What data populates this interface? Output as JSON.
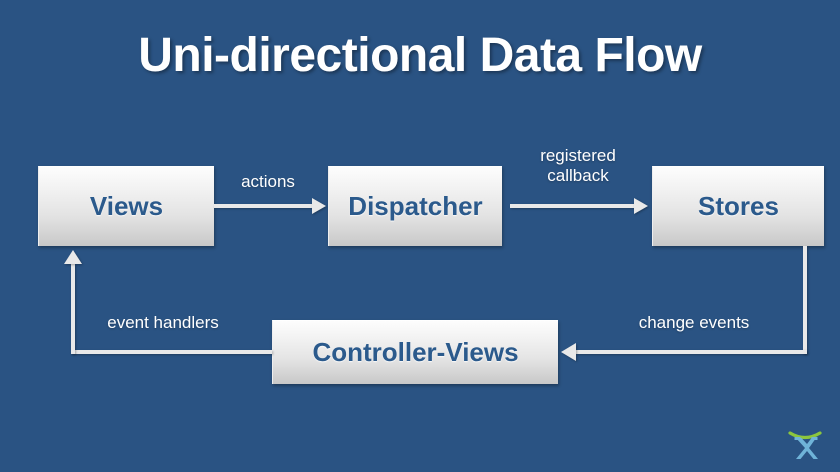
{
  "slide": {
    "title": "Uni-directional Data Flow",
    "background_color": "#2a5383",
    "node_text_color": "#2b5a8c",
    "connector_color": "#e9e9e9",
    "label_color": "#ffffff"
  },
  "diagram": {
    "type": "flow-diagram",
    "nodes": [
      {
        "id": "views",
        "label": "Views"
      },
      {
        "id": "dispatcher",
        "label": "Dispatcher"
      },
      {
        "id": "stores",
        "label": "Stores"
      },
      {
        "id": "controller",
        "label": "Controller-Views"
      }
    ],
    "edges": [
      {
        "from": "views",
        "to": "dispatcher",
        "label": "actions"
      },
      {
        "from": "dispatcher",
        "to": "stores",
        "label_line1": "registered",
        "label_line2": "callback"
      },
      {
        "from": "stores",
        "to": "controller",
        "label": "change events"
      },
      {
        "from": "controller",
        "to": "views",
        "label": "event handlers"
      }
    ]
  },
  "logo": {
    "name": "x-mark-logo",
    "mark_color": "#6fb3d8",
    "arc_color": "#8cc63e"
  }
}
